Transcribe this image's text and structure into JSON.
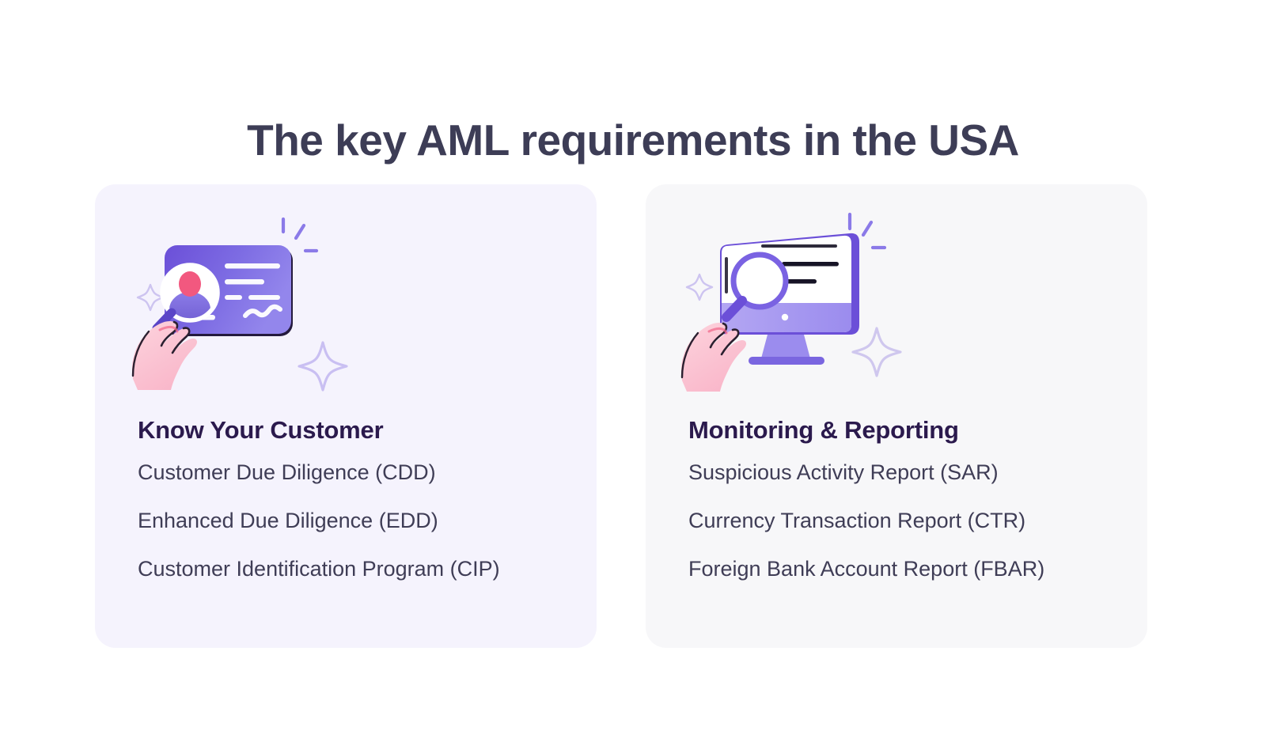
{
  "page": {
    "title": "The key AML requirements in the USA",
    "background_color": "#ffffff",
    "title_color": "#3d3d56"
  },
  "cards": [
    {
      "id": "kyc",
      "heading": "Know Your Customer",
      "background_color": "#f5f3fd",
      "heading_color": "#2b1a4d",
      "item_color": "#3f3d56",
      "illustration": "hand-holding-id-card-with-magnifier-icon",
      "illustration_colors": {
        "card_gradient_start": "#6b4fd8",
        "card_gradient_end": "#8f82ea",
        "hand": "#fbc5d4",
        "accent_pink": "#f2587f",
        "sparkle": "#c9bff2",
        "shine": "#8b7ae8"
      },
      "items": [
        "Customer Due Diligence (CDD)",
        "Enhanced Due Diligence (EDD)",
        "Customer Identification Program (CIP)"
      ]
    },
    {
      "id": "monitoring",
      "heading": "Monitoring & Reporting",
      "background_color": "#f7f7f9",
      "heading_color": "#2b1a4d",
      "item_color": "#3f3d56",
      "illustration": "hand-holding-magnifier-over-monitor-icon",
      "illustration_colors": {
        "monitor_frame": "#6b4fd8",
        "monitor_screen": "#ffffff",
        "monitor_band": "#a99bf0",
        "hand": "#fbc5d4",
        "text_line": "#171426",
        "sparkle": "#cfc7ee",
        "shine": "#8b7ae8"
      },
      "items": [
        "Suspicious Activity Report (SAR)",
        "Currency Transaction Report (CTR)",
        "Foreign Bank Account Report (FBAR)"
      ]
    }
  ]
}
